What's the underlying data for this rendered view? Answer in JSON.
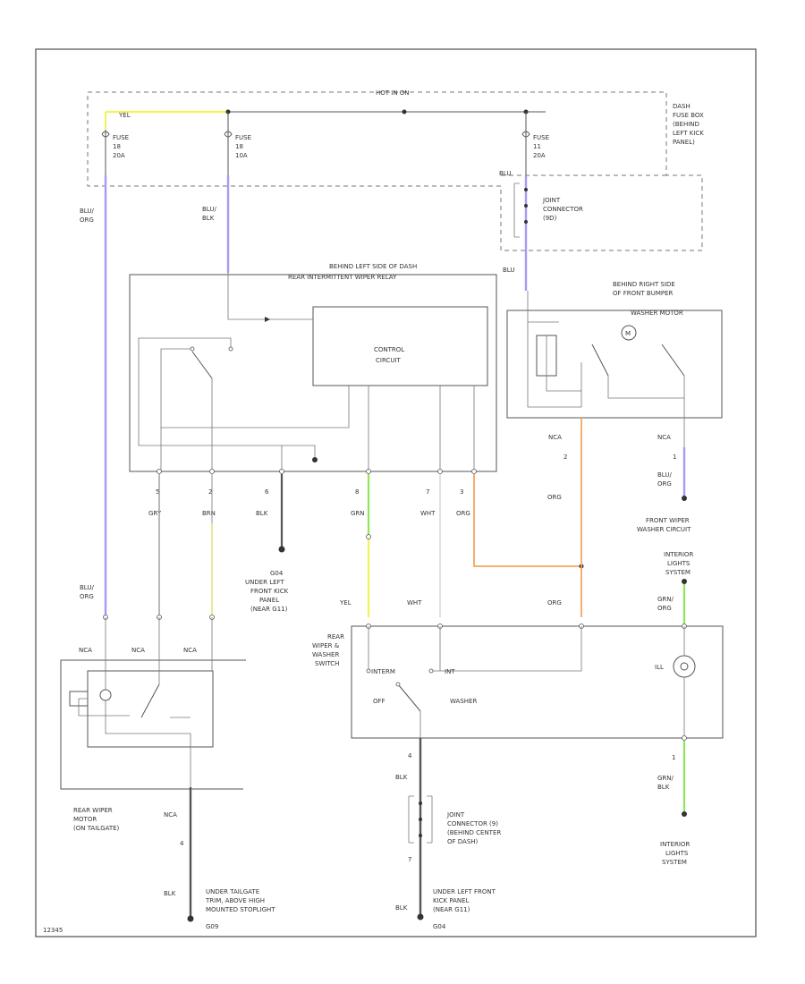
{
  "labels": {
    "hot_at_all_times": "HOT IN ON",
    "dash_fuse_box": [
      "DASH",
      "FUSE BOX",
      "(BEHIND",
      "LEFT KICK",
      "PANEL)"
    ],
    "fuse_a": [
      "FUSE",
      "18",
      "20A"
    ],
    "fuse_b": [
      "FUSE",
      "18",
      "10A"
    ],
    "fuse_c": [
      "FUSE",
      "11",
      "20A"
    ],
    "yel_top": "YEL",
    "blu_org_top": [
      "BLU/",
      "ORG"
    ],
    "blu_blk_top": [
      "BLU/",
      "BLK"
    ],
    "blu_small": "BLU",
    "blu_lower": "BLU",
    "joint_connector_top": [
      "JOINT",
      "CONNECTOR",
      "(9D)"
    ],
    "relay_location": "BEHIND LEFT SIDE OF DASH",
    "relay_name": "REAR INTERMITTENT WIPER RELAY",
    "control_circuit": [
      "CONTROL",
      "CIRCUIT"
    ],
    "washer_motor_location": [
      "BEHIND RIGHT SIDE",
      "OF FRONT BUMPER"
    ],
    "washer_motor_name": "WASHER MOTOR",
    "relay_pins": [
      "5",
      "2",
      "6",
      "8",
      "7",
      "3"
    ],
    "relay_wires": [
      "GRY",
      "BRN",
      "BLK",
      "GRN",
      "WHT",
      "ORG"
    ],
    "g_ground_left": [
      "G04",
      "UNDER LEFT",
      "FRONT KICK",
      "PANEL",
      "(NEAR G11)"
    ],
    "nca_1": "NCA",
    "pin_right_2": "2",
    "org_right": "ORG",
    "nca_2": "NCA",
    "pin_right_1": "1",
    "blu_org_right": [
      "BLU/",
      "ORG"
    ],
    "front_wiper_circuit": [
      "FRONT WIPER",
      "WASHER CIRCUIT"
    ],
    "interior_lights_top": [
      "INTERIOR",
      "LIGHTS",
      "SYSTEM"
    ],
    "blu_org_left_lower": [
      "BLU/",
      "ORG"
    ],
    "yel_lower": "YEL",
    "wht_lower": "WHT",
    "org_lower": "ORG",
    "grn_org": [
      "GRN/",
      "ORG"
    ],
    "switch_name": [
      "REAR",
      "WIPER &",
      "WASHER",
      "SWITCH"
    ],
    "switch_positions": [
      "INTERM",
      "INT",
      "OFF",
      "WASHER"
    ],
    "lamp_label": "ILL",
    "nca_row": [
      "NCA",
      "NCA",
      "NCA"
    ],
    "rear_wiper_motor": [
      "REAR WIPER",
      "MOTOR",
      "(ON TAILGATE)"
    ],
    "nca_bottom": "NCA",
    "pin_bottom_4": "4",
    "blk_bottom": "BLK",
    "tailgate_ground": [
      "UNDER TAILGATE",
      "TRIM, ABOVE HIGH",
      "MOUNTED STOPLIGHT",
      "G09"
    ],
    "sw_pin_4": "4",
    "blk_sw": "BLK",
    "joint_connector_bottom": [
      "JOINT",
      "CONNECTOR (9)",
      "(BEHIND CENTER",
      "OF DASH)"
    ],
    "pin_7": "7",
    "blk_sw2": "BLK",
    "g_ground_center": [
      "UNDER LEFT FRONT",
      "KICK PANEL",
      "(NEAR G11)",
      "G04"
    ],
    "pin_1_right": "1",
    "grn_blk": [
      "GRN/",
      "BLK"
    ],
    "interior_lights_bottom": [
      "INTERIOR",
      "LIGHTS",
      "SYSTEM"
    ],
    "code": "12345"
  },
  "colors": {
    "wire_yellow": "#f2f25a",
    "wire_violet": "#a89af2",
    "wire_orange": "#f4a661",
    "wire_green": "#8ee65a",
    "wire_gray": "#9a9a9a",
    "wire_dark": "#555555",
    "frame": "#666666"
  }
}
